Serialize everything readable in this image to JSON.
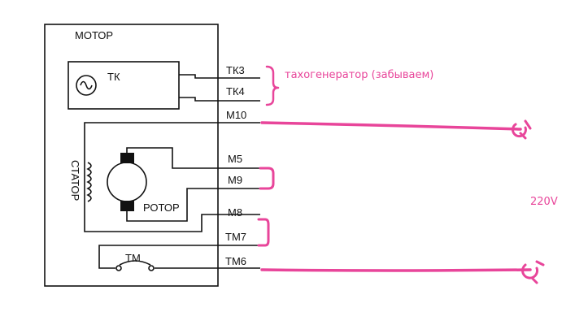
{
  "diagram": {
    "title": "МОТОР",
    "tachogenerator_label": "ТК",
    "stator_label": "СТАТОР",
    "rotor_label": "РОТОР",
    "thermal_label": "ТМ",
    "terminals": {
      "tk3": "ТК3",
      "tk4": "ТК4",
      "m10": "М10",
      "m5": "М5",
      "m9": "М9",
      "m8": "М8",
      "tm7": "ТМ7",
      "tm6": "ТМ6"
    }
  },
  "annotations": {
    "tacho_note": "тахогенератор (забываем)",
    "voltage": "220V"
  },
  "colors": {
    "ink": "#111111",
    "annotation": "#e8459a"
  }
}
